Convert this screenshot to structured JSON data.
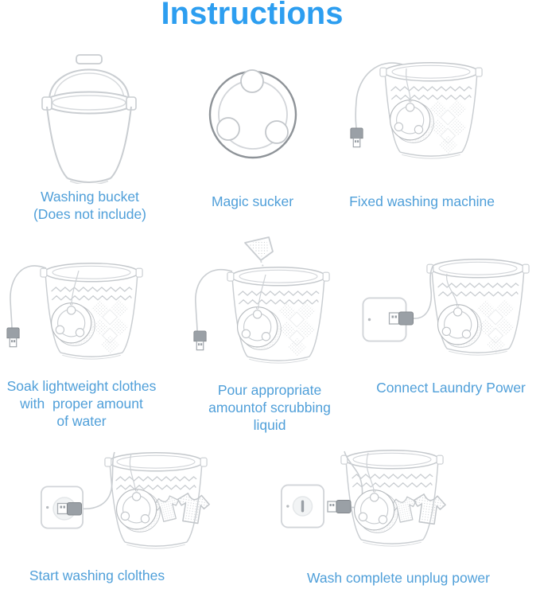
{
  "title": "Instructions",
  "colors": {
    "title_blue": "#2D9EF0",
    "caption_blue": "#4F9FD9",
    "outline_gray": "#C9CDD1",
    "plug_gray": "#9AA0A6"
  },
  "steps": [
    {
      "caption": "Washing bucket\n(Does not include)",
      "illustration": "washing-bucket-with-handle"
    },
    {
      "caption": "Magic sucker",
      "illustration": "magic-sucker-disc"
    },
    {
      "caption": "Fixed washing machine",
      "illustration": "bucket-with-machine-and-usb-cable"
    },
    {
      "caption": "Soak lightweight clothes\nwith  proper amount\nof water",
      "illustration": "bucket-with-machine-and-usb-cable"
    },
    {
      "caption": "Pour appropriate\namountof scrubbing\nliquid",
      "illustration": "bucket-with-machine-pouring-detergent"
    },
    {
      "caption": "Connect Laundry Power",
      "illustration": "bucket-with-machine-plugged-into-adapter"
    },
    {
      "caption": "Start washing clolthes",
      "illustration": "bucket-with-clothes-adapter-plugged"
    },
    {
      "caption": "Wash complete unplug power",
      "illustration": "bucket-with-clothes-adapter-unplugged"
    }
  ]
}
